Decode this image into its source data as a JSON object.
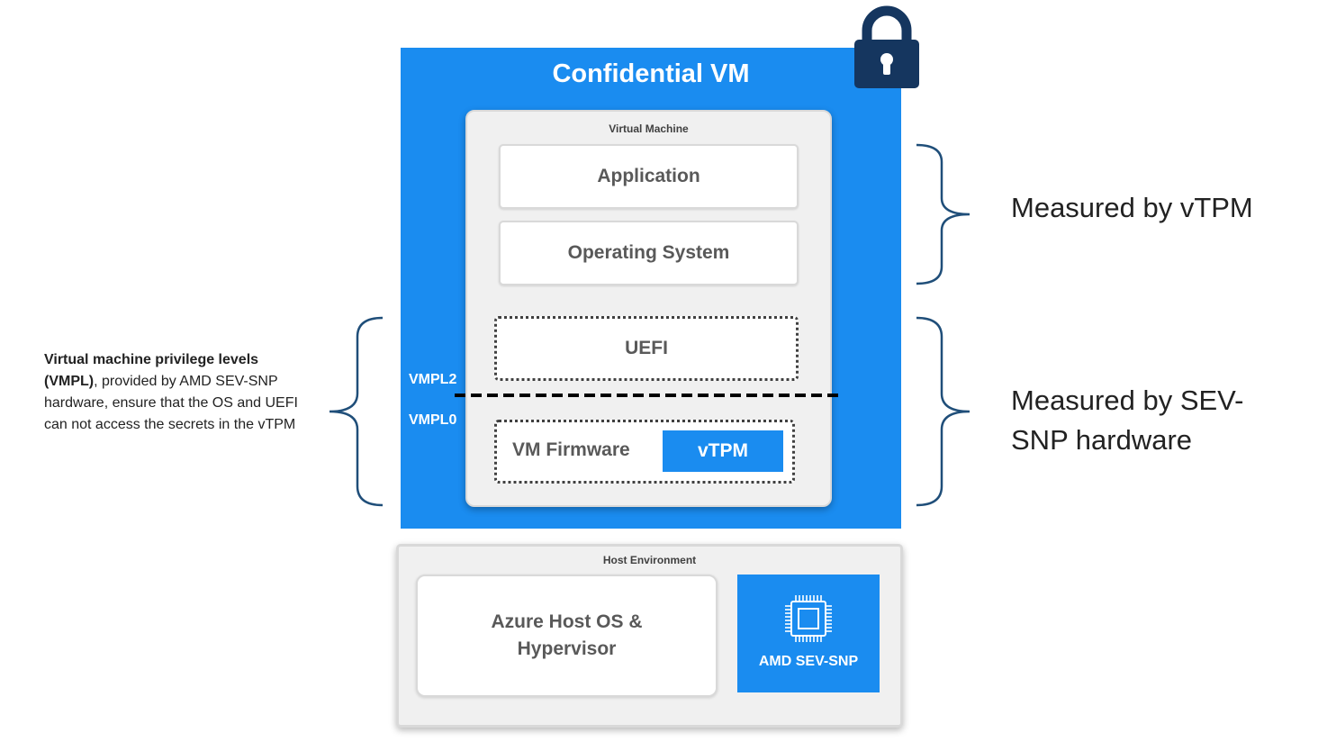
{
  "confidential_vm": {
    "title": "Confidential VM",
    "lock_icon": "lock-icon",
    "color": "#1a8cf0"
  },
  "virtual_machine": {
    "label": "Virtual Machine",
    "application": "Application",
    "operating_system": "Operating System",
    "uefi": "UEFI",
    "vm_firmware": "VM Firmware",
    "vtpm": "vTPM",
    "vmpl2": "VMPL2",
    "vmpl0": "VMPL0"
  },
  "host_environment": {
    "label": "Host Environment",
    "azure_host": "Azure Host OS & Hypervisor",
    "amd": "AMD SEV-SNP",
    "chip_icon": "chip-icon"
  },
  "annotations": {
    "measured_vtpm": "Measured by vTPM",
    "measured_sev": "Measured by SEV-SNP hardware",
    "vmpl_note_bold": "Virtual machine privilege levels (VMPL)",
    "vmpl_note_rest": ", provided by AMD SEV-SNP hardware, ensure that the OS and UEFI can not access the secrets in the vTPM"
  }
}
